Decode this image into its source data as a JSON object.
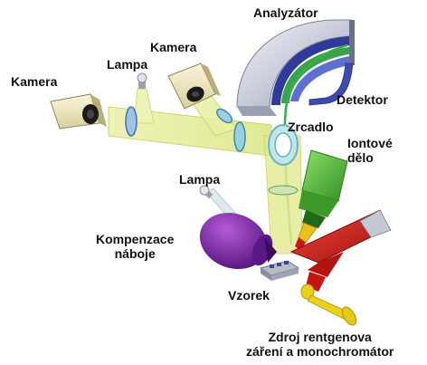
{
  "labels": {
    "analyzer": "Analyzátor",
    "detector": "Detektor",
    "camera_top": "Kamera",
    "lamp_top": "Lampa",
    "camera_left": "Kamera",
    "mirror": "Zrcadlo",
    "ion_gun_1": "Iontové",
    "ion_gun_2": "dělo",
    "lamp_mid": "Lampa",
    "charge_comp_1": "Kompenzace",
    "charge_comp_2": "náboje",
    "sample": "Vzorek",
    "xray_1": "Zdroj rentgenova",
    "xray_2": "záření a monochromátor"
  },
  "colors": {
    "beam": "#e6ee9a",
    "beam_edge": "#c9d36a",
    "lens": "#8ec9d8",
    "analyzer_outer": "#c8ccd8",
    "analyzer_arc_blue": "#2f3a9a",
    "analyzer_arc_green": "#3aa34a",
    "ion_gun": "#5cc13a",
    "charge_comp": "#7a22a8",
    "xray_red": "#d11c1c",
    "yellow_part": "#e8d21a"
  }
}
